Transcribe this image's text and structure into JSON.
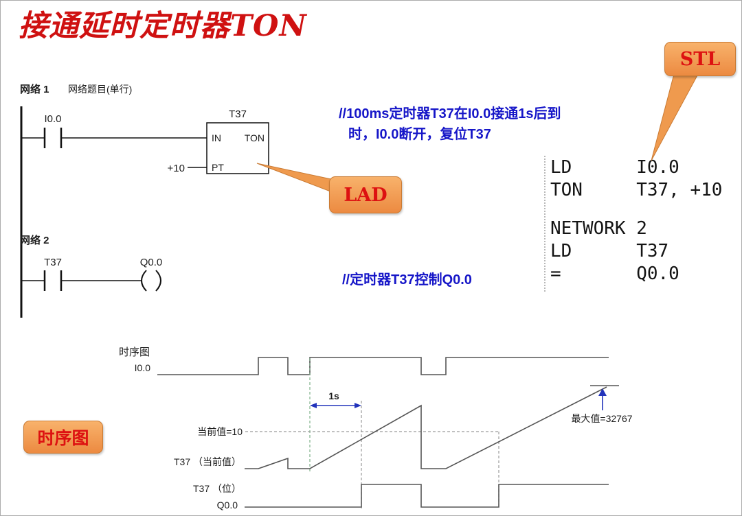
{
  "page": {
    "title": "接通延时定时器TON"
  },
  "callouts": {
    "stl": "STL",
    "lad": "LAD",
    "timing": "时序图"
  },
  "network1": {
    "label": "网络 1",
    "subtitle": "网络题目(单行)",
    "contact_label": "I0.0",
    "timer_label": "T37",
    "in_label": "IN",
    "ton_label": "TON",
    "pt_label": "PT",
    "pt_value": "+10"
  },
  "network2": {
    "label": "网络 2",
    "contact_label": "T37",
    "coil_label": "Q0.0"
  },
  "comments": {
    "timer_comment_line1": "//100ms定时器T37在I0.0接通1s后到",
    "timer_comment_line2": "时，I0.0断开，复位T37",
    "output_comment": "//定时器T37控制Q0.0"
  },
  "stl_code": {
    "lines": [
      "LD      I0.0",
      "TON     T37, +10",
      "",
      "NETWORK 2",
      "LD      T37",
      "=       Q0.0"
    ]
  },
  "timing": {
    "title": "时序图",
    "signal_i00": "I0.0",
    "interval_label": "1s",
    "preset_label": "当前值=10",
    "ramp_label": "T37 （当前值）",
    "max_label": "最大值=32767",
    "bit_label": "T37 （位）",
    "q_label": "Q0.0"
  },
  "colors": {
    "title_red": "#cf1111",
    "callout_orange": "#ef9a4e",
    "comment_blue": "#1616c8",
    "subtitle_green": "#18a018"
  }
}
